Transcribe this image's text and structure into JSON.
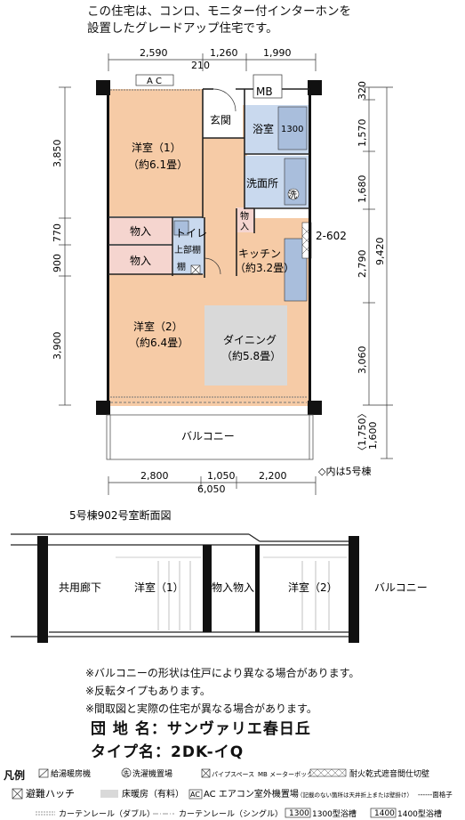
{
  "intro": {
    "line1": "この住宅は、コンロ、モニター付インターホンを",
    "line2": "設置したグレードアップ住宅です。"
  },
  "top_dims": {
    "d1": "2,590",
    "d2": "1,260",
    "d3": "1,990",
    "d4": "210"
  },
  "left_dims": {
    "d1": "3,850",
    "d2": "770",
    "d3": "900",
    "d4": "3,900"
  },
  "right_dims": {
    "d1": "320",
    "d2": "1,570",
    "d3": "1,680",
    "d4": "2,790",
    "d5": "3,060",
    "total": "9,420",
    "balcony_a": "〈1,750〉",
    "balcony_b": "1,600"
  },
  "bottom_dims": {
    "d1": "2,800",
    "d2": "1,050",
    "d3": "2,200",
    "total": "6,050",
    "note": "◇内は5号棟"
  },
  "rooms": {
    "youshitsu1": "洋室（1）",
    "youshitsu1_size": "（約6.1畳）",
    "youshitsu2": "洋室（2）",
    "youshitsu2_size": "（約6.4畳）",
    "genkan": "玄関",
    "yokushitsu": "浴室",
    "bath_size": "1300",
    "senmenjo": "洗面所",
    "senmen_mark": "洗",
    "monoire": "物入",
    "monoire_k": "物入",
    "toire": "トイレ",
    "jobudana": "上部棚",
    "tana": "棚",
    "kitchen": "キッチン",
    "kitchen_size": "（約3.2畳）",
    "dining": "ダイニング",
    "dining_size": "（約5.8畳）",
    "balcony": "バルコニー",
    "ac": "A C",
    "mb": "MB",
    "unit_code": "2-602"
  },
  "section": {
    "title": "5号棟902号室断面図",
    "corridor": "共用廊下",
    "room1": "洋室（1）",
    "storage": "物入物入",
    "room2": "洋室（2）",
    "balcony": "バルコニー"
  },
  "notes": [
    "※バルコニーの形状は住戸により異なる場合があります。",
    "※反転タイプもあります。",
    "※間取図と実際の住宅が異なる場合があります。"
  ],
  "info": {
    "danchi_label": "団 地 名：",
    "danchi_value": "サンヴァリエ春日丘",
    "type_label": "タイプ名：",
    "type_value": "2DK-イQ"
  },
  "legend": {
    "title": "凡例",
    "items": [
      "給湯暖房機",
      "洗濯機置場",
      "パイプスペース",
      "MB メーターボックス",
      "耐火乾式遮音間仕切壁",
      "避難ハッチ",
      "床暖房（有料）",
      "AC エアコン室外機置場",
      "（記載のない箇所は天井折上または壁掛け）",
      "------面格子",
      "カーテンレール（ダブル）",
      "カーテンレール（シングル）",
      "1300型浴槽",
      "1400型浴槽"
    ],
    "ac_box": "AC",
    "mb_box": "MB",
    "washer_mark": "洗",
    "bath1300": "1300",
    "bath1400": "1400"
  },
  "colors": {
    "wall": "#111111",
    "room": "#f6cba6",
    "storage": "#f5d5cf",
    "wet": "#c9d9ee",
    "dining": "#d9d9d9",
    "appliance": "#a9bedc"
  }
}
